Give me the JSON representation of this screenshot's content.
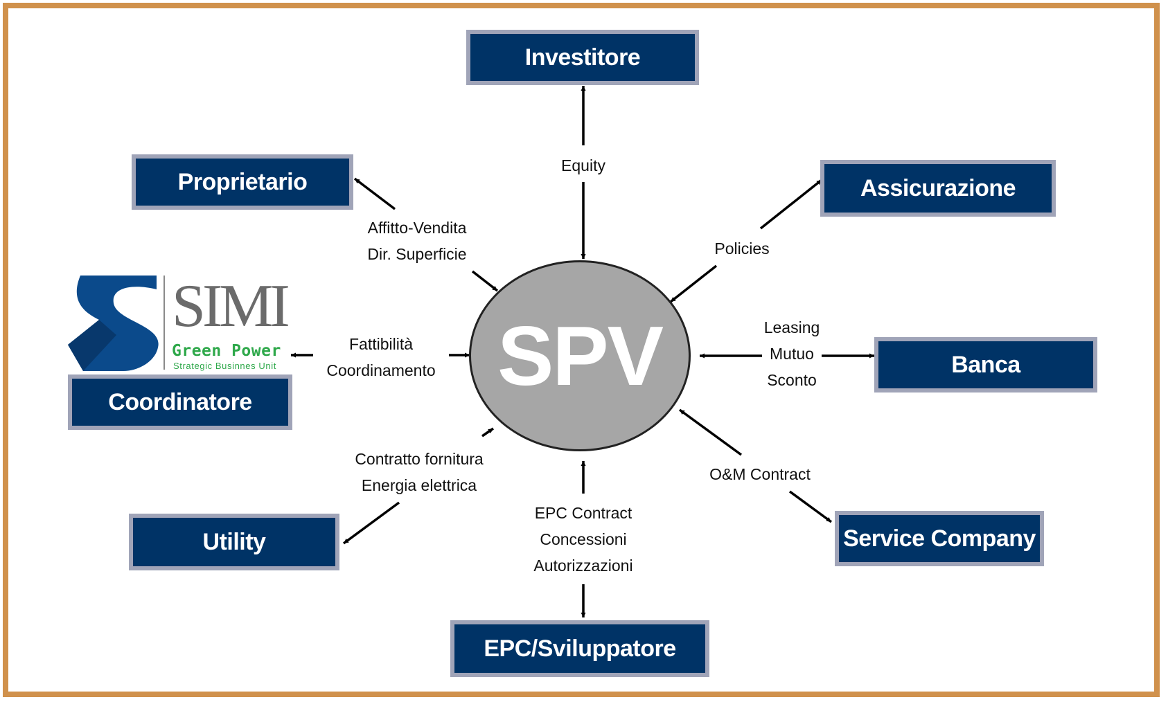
{
  "hub": {
    "label": "SPV"
  },
  "nodes": {
    "investitore": "Investitore",
    "proprietario": "Proprietario",
    "assicurazione": "Assicurazione",
    "banca": "Banca",
    "coordinatore": "Coordinatore",
    "service_company": "Service Company",
    "utility": "Utility",
    "epc": "EPC/Sviluppatore"
  },
  "links": {
    "equity": [
      "Equity"
    ],
    "proprietario": [
      "Affitto-Vendita",
      "Dir. Superficie"
    ],
    "assicurazione": [
      "Policies"
    ],
    "banca": [
      "Leasing",
      "Mutuo",
      "Sconto"
    ],
    "coordinatore": [
      "Fattibilità",
      "Coordinamento"
    ],
    "service": [
      "O&M Contract"
    ],
    "utility": [
      "Contratto fornitura",
      "Energia elettrica"
    ],
    "epc": [
      "EPC Contract",
      "Concessioni",
      "Autorizzazioni"
    ]
  },
  "logo": {
    "name": "SIMI",
    "tagline": "Green Power",
    "subtitle": "Strategic Businnes Unit"
  },
  "colors": {
    "frame": "#d0914c",
    "box_fill": "#003366",
    "box_border": "#a0a4b8",
    "hub_fill": "#a6a6a6",
    "logo_blue": "#0b4a8b",
    "logo_green": "#2ea84a"
  }
}
